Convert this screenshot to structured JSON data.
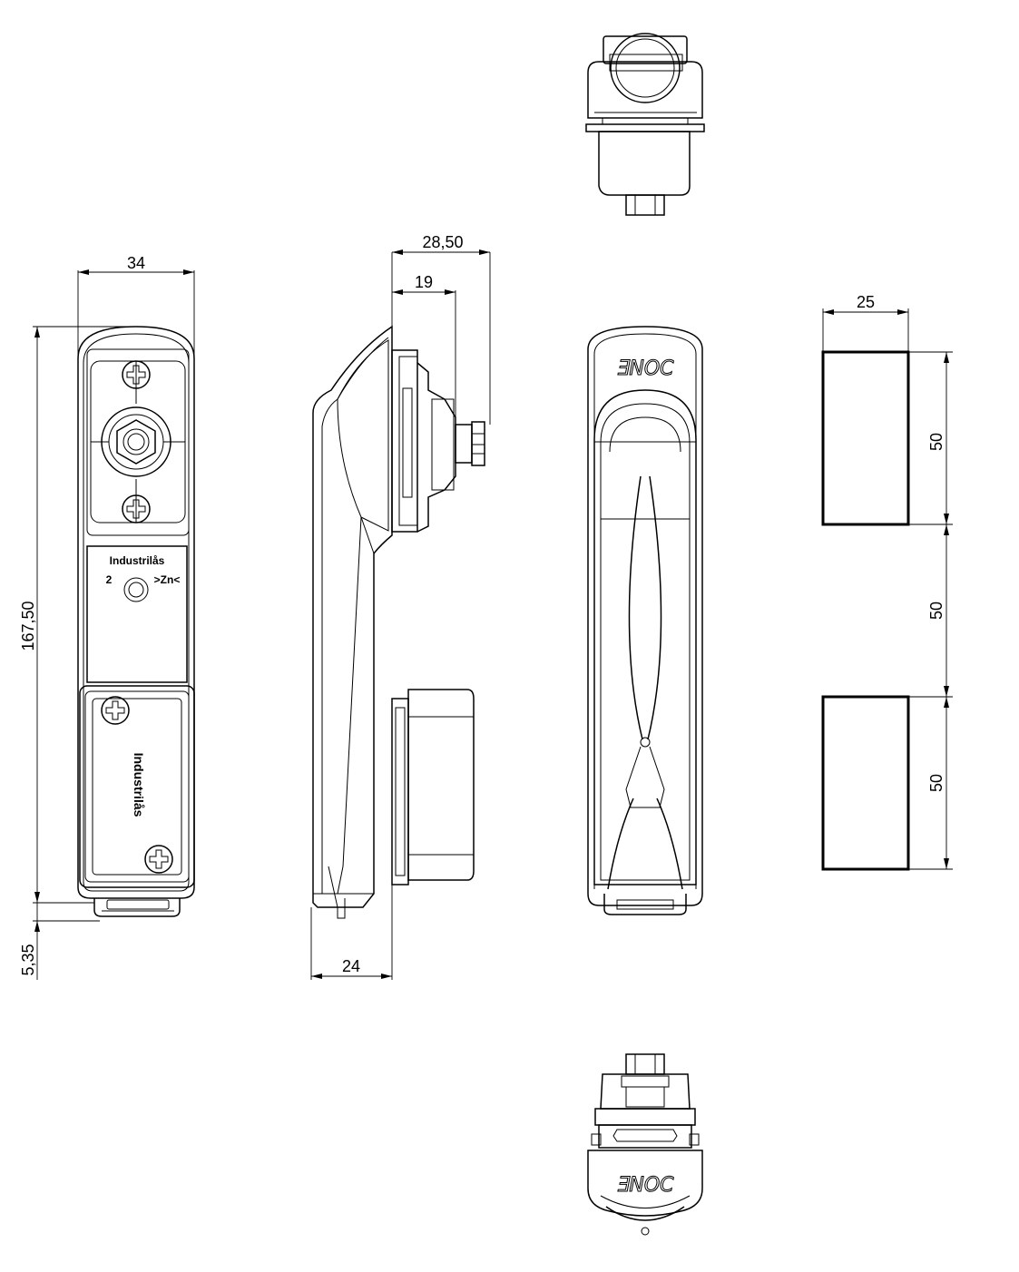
{
  "dimensions": {
    "width_34": "34",
    "height_167_50": "167,50",
    "offset_5_35": "5,35",
    "depth_28_50": "28,50",
    "depth_19": "19",
    "depth_24": "24",
    "cutout_25": "25",
    "cutout_50_a": "50",
    "cutout_50_b": "50",
    "cutout_50_c": "50"
  },
  "labels": {
    "brand": "Industrilås",
    "brand_body": "Industrilås",
    "plate_number": "2",
    "material": ">Zn<",
    "logo_front": "ƎNOC",
    "logo_bottom": "ƎNOC"
  }
}
